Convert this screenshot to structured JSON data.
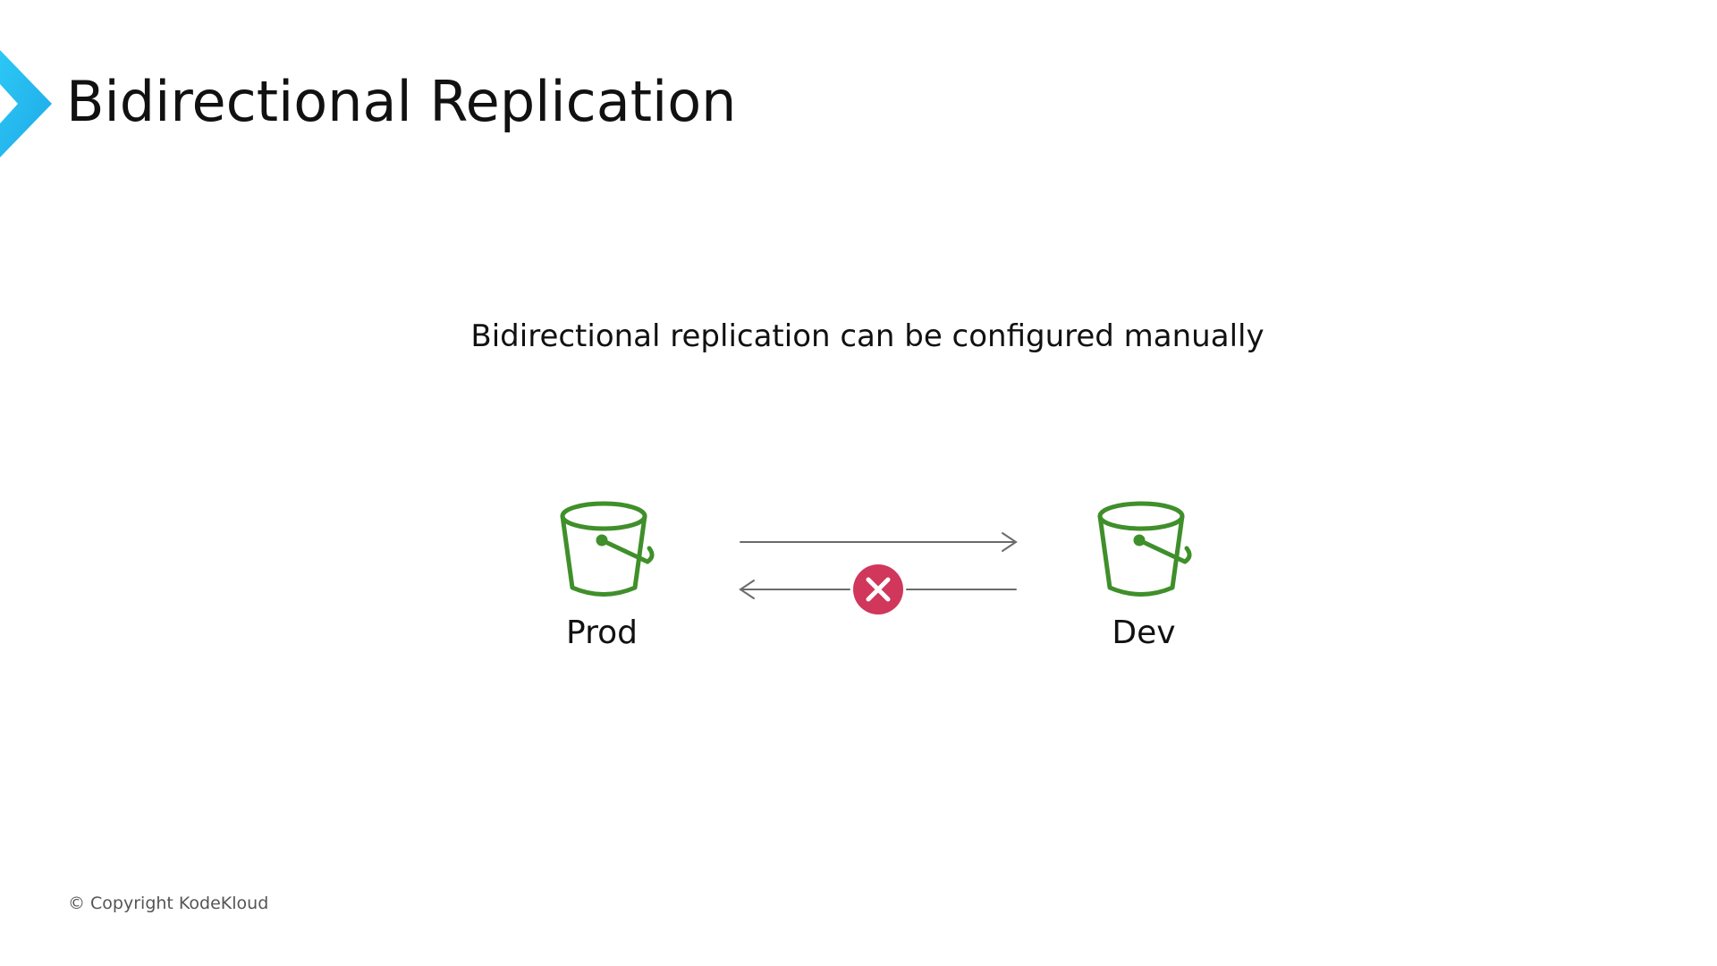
{
  "slide": {
    "title": "Bidirectional Replication",
    "subtitle": "Bidirectional replication can be configured manually",
    "copyright": "© Copyright KodeKloud"
  },
  "diagram": {
    "nodes": [
      {
        "id": "prod",
        "label": "Prod",
        "icon": "bucket-icon"
      },
      {
        "id": "dev",
        "label": "Dev",
        "icon": "bucket-icon"
      }
    ],
    "edges": [
      {
        "from": "prod",
        "to": "dev",
        "status": "allowed"
      },
      {
        "from": "dev",
        "to": "prod",
        "status": "blocked",
        "marker": "x-circle-icon"
      }
    ]
  },
  "colors": {
    "accent": "#29C5F6",
    "bucket": "#3F8F2A",
    "blocked": "#D0375A",
    "arrow": "#6B6B6B"
  }
}
